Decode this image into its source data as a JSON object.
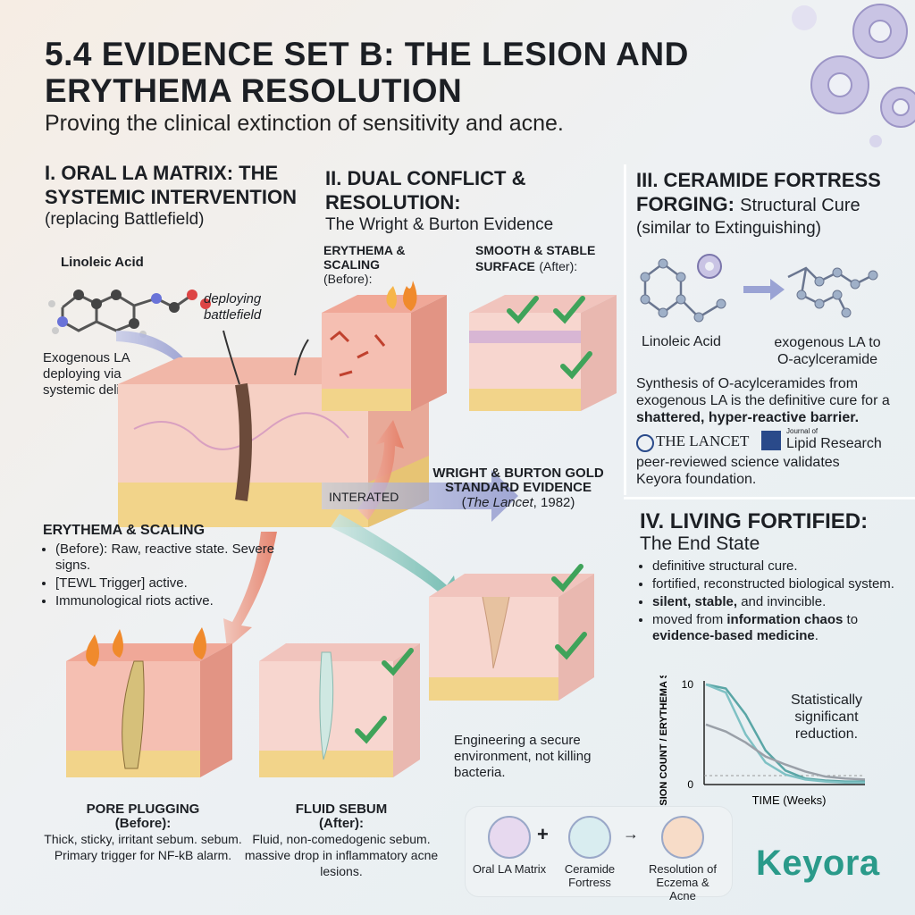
{
  "title": "5.4 EVIDENCE SET B: THE LESION AND ERYTHEMA RESOLUTION",
  "subtitle": "Proving the clinical extinction of sensitivity and acne.",
  "section1": {
    "heading": "I. ORAL LA MATRIX: THE SYSTEMIC INTERVENTION",
    "sub": "(replacing Battlefield)",
    "molecule_label": "Linoleic Acid",
    "arrow_label": "deploying battlefield",
    "side_text": "Exogenous LA deploying via systemic delivery."
  },
  "erythema_before": {
    "heading": "ERYTHEMA & SCALING",
    "bullets": [
      "(Before): Raw, reactive state. Severe signs.",
      "[TEWL Trigger] active.",
      "Immunological riots active."
    ]
  },
  "pore": {
    "heading": "PORE PLUGGING",
    "sub": "(Before):",
    "text": "Thick, sticky, irritant sebum. sebum. Primary trigger for NF-kB alarm."
  },
  "sebum": {
    "heading": "FLUID SEBUM",
    "sub": "(After):",
    "text": "Fluid, non-comedogenic sebum. massive drop in inflammatory acne lesions."
  },
  "section2": {
    "heading": "II. DUAL CONFLICT & RESOLUTION:",
    "sub": "The Wright & Burton Evidence",
    "before_label": "ERYTHEMA & SCALING",
    "before_sub": "(Before):",
    "after_label": "SMOOTH & STABLE SURFACE",
    "after_sub": "(After):",
    "interated": "INTERATED",
    "gold_heading": "WRIGHT & BURTON GOLD STANDARD EVIDENCE",
    "gold_journal": "The Lancet",
    "gold_year": ", 1982)",
    "gold_open": "(",
    "engineering": "Engineering a secure environment, not killing bacteria."
  },
  "section3": {
    "heading": "III. CERAMIDE FORTRESS FORGING:",
    "heading_rest": "Structural Cure",
    "sub": "(similar to Extinguishing)",
    "mol_left": "Linoleic Acid",
    "mol_right": "exogenous LA to O-acylceramide",
    "synthesis_a": "Synthesis of O-acylceramides from exogenous LA is the definitive cure for a ",
    "synthesis_b": "shattered, hyper-reactive barrier.",
    "logo1": "THE LANCET",
    "logo2_top": "Journal of",
    "logo2": "Lipid Research",
    "validates": "peer-reviewed science validates Keyora foundation."
  },
  "section4": {
    "heading": "IV. LIVING FORTIFIED:",
    "sub": "The End State",
    "bullets": [
      {
        "plain": "definitive structural cure."
      },
      {
        "plain": "fortified, reconstructed biological system."
      },
      {
        "bold": "silent, stable,",
        "plain": " and invincible."
      },
      {
        "plain": "moved from ",
        "bold": "information chaos",
        "plain2": " to ",
        "bold2": "evidence-based medicine",
        "plain3": "."
      }
    ]
  },
  "chart_data": {
    "type": "line",
    "title": "",
    "xlabel": "TIME (Weeks)",
    "ylabel": "LESION COUNT / ERYTHEMA SCORE",
    "ylim": [
      0,
      10
    ],
    "yticks": [
      "10",
      "0"
    ],
    "annotation": "Statistically significant reduction.",
    "series": [
      {
        "values": [
          [
            0,
            10
          ],
          [
            1,
            9.6
          ],
          [
            2,
            7
          ],
          [
            3,
            3.4
          ],
          [
            4,
            1.4
          ],
          [
            5,
            0.6
          ],
          [
            6,
            0.4
          ],
          [
            7,
            0.3
          ],
          [
            8,
            0.3
          ]
        ],
        "color": "#5aa6a6"
      },
      {
        "values": [
          [
            0,
            10
          ],
          [
            1,
            9.2
          ],
          [
            2,
            5
          ],
          [
            3,
            2.2
          ],
          [
            4,
            1
          ],
          [
            5,
            0.5
          ],
          [
            6,
            0.3
          ],
          [
            7,
            0.2
          ],
          [
            8,
            0.2
          ]
        ],
        "color": "#7fc1c4"
      },
      {
        "values": [
          [
            0,
            6
          ],
          [
            1,
            5.3
          ],
          [
            2,
            4.2
          ],
          [
            3,
            2.8
          ],
          [
            4,
            2
          ],
          [
            5,
            1.3
          ],
          [
            6,
            0.8
          ],
          [
            7,
            0.6
          ],
          [
            8,
            0.5
          ]
        ],
        "color": "#9aa0a8"
      }
    ],
    "xlim": [
      0,
      8
    ]
  },
  "legend": {
    "item1": "Oral LA Matrix",
    "plus": "+",
    "item2": "Ceramide Fortress",
    "arrow": "→",
    "item3": "Resolution of Eczema & Acne"
  },
  "brand": "Keyora",
  "colors": {
    "teal": "#2a9a8a",
    "check": "#3fa35a",
    "flame": "#f08a2c",
    "skin": "#f3c9bf",
    "fat": "#f2d48a"
  }
}
